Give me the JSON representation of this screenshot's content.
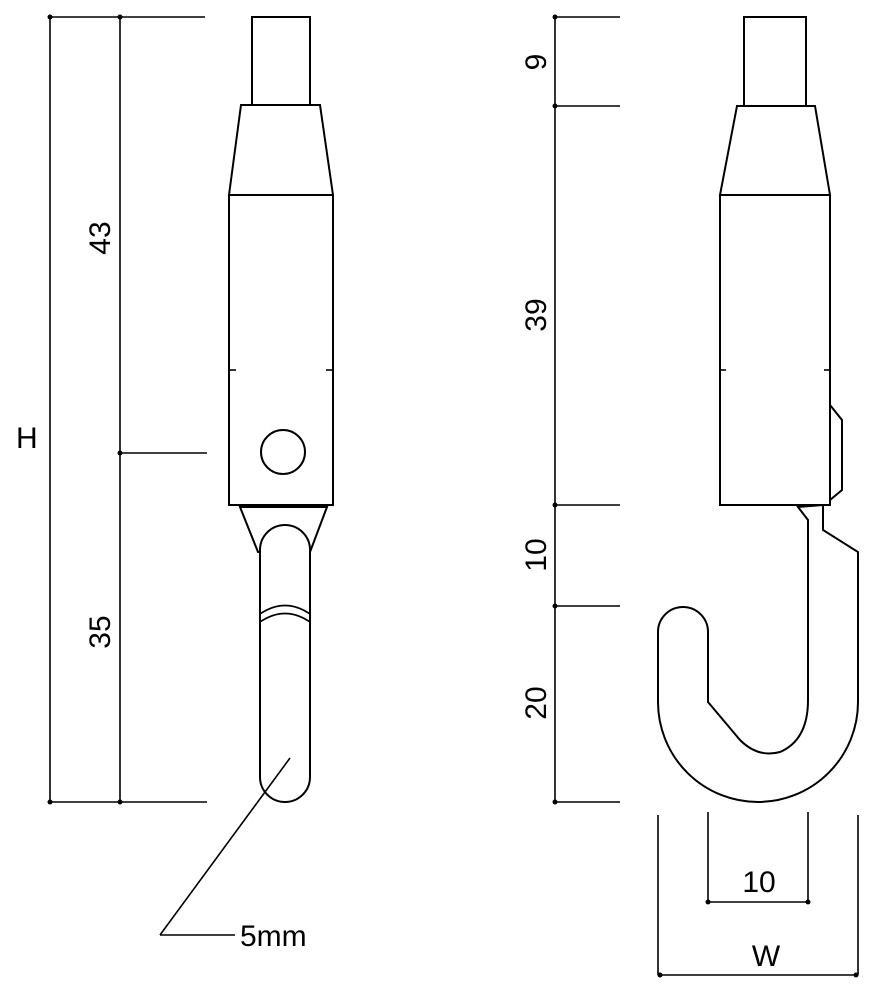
{
  "left_view": {
    "dim_total": "H",
    "dim_upper": "43",
    "dim_lower": "35",
    "pin_note": "5mm"
  },
  "right_view": {
    "dim_top": "9",
    "dim_body": "39",
    "dim_neck": "10",
    "dim_hook": "20",
    "dim_inner_width": "10",
    "dim_width": "W"
  }
}
